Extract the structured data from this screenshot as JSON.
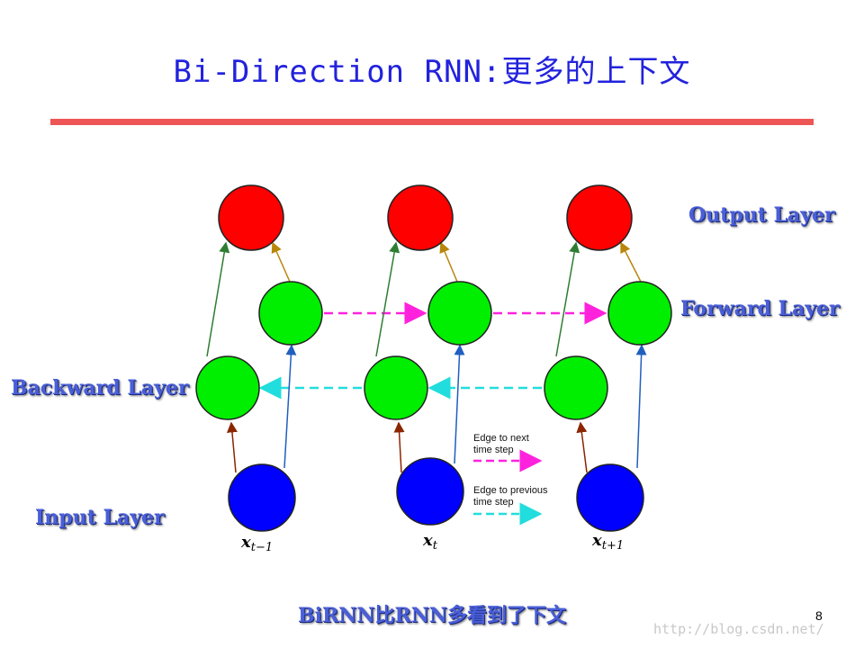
{
  "slide": {
    "title": "Bi-Direction RNN:更多的上下文",
    "caption": "BiRNN比RNN多看到了下文",
    "page_number": "8",
    "watermark": "http://blog.csdn.net/"
  },
  "layers": {
    "output": "Output Layer",
    "forward": "Forward Layer",
    "backward": "Backward Layer",
    "input": "Input Layer"
  },
  "inputs": {
    "x_prev": "x",
    "x_prev_sub": "t−1",
    "x_curr": "x",
    "x_curr_sub": "t",
    "x_next": "x",
    "x_next_sub": "t+1"
  },
  "legend": {
    "next_line1": "Edge to next",
    "next_line2": "time step",
    "prev_line1": "Edge to previous",
    "prev_line2": "time step"
  },
  "colors": {
    "output_node": "#ff0000",
    "hidden_node": "#00ee00",
    "input_node": "#0000ff",
    "forward_edge": "#ff22dd",
    "backward_edge": "#22dddd",
    "title": "#2222dd",
    "rule": "#ee5555"
  }
}
